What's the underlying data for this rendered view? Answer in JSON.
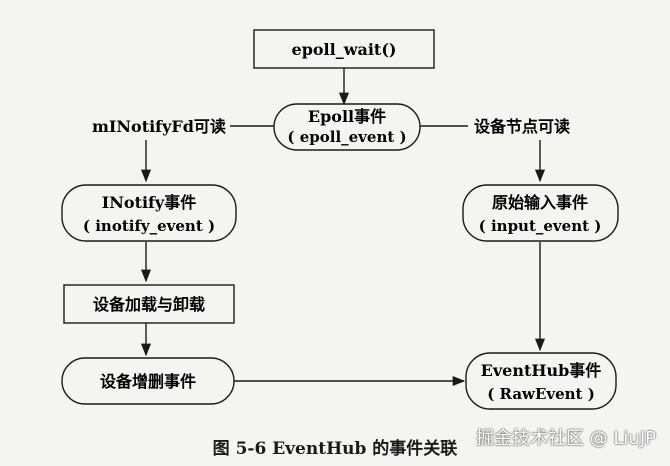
{
  "nodes": {
    "epoll_wait": "epoll_wait()",
    "epoll_event_title": "Epoll事件",
    "epoll_event_sub": "( epoll_event )",
    "inotify_title": "INotify事件",
    "inotify_sub": "( inotify_event )",
    "raw_input_title": "原始输入事件",
    "raw_input_sub": "( input_event )",
    "device_load": "设备加载与卸载",
    "device_change": "设备增删事件",
    "eventhub_title": "EventHub事件",
    "eventhub_sub": "( RawEvent )"
  },
  "edges": {
    "left_label": "mINotifyFd可读",
    "right_label": "设备节点可读"
  },
  "caption": "图 5-6    EventHub 的事件关联",
  "watermark": "掘金技术社区 @ LiuJP",
  "colors": {
    "stroke": "#1a1a1a",
    "fill": "#f4f4f2"
  }
}
